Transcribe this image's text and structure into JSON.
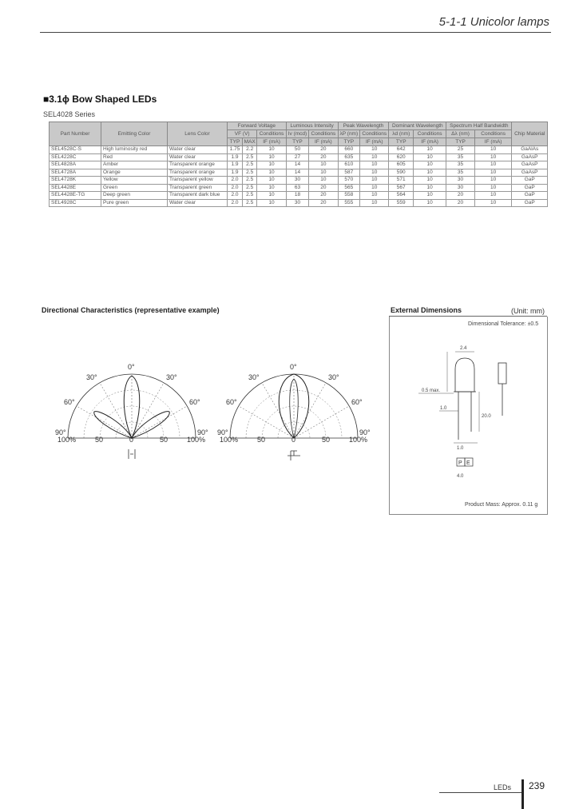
{
  "header": {
    "title": "5-1-1 Unicolor lamps"
  },
  "section": {
    "title": "■3.1ϕ Bow Shaped LEDs",
    "series": "SEL4028 Series"
  },
  "table": {
    "group_headers": [
      "Forward Voltage",
      "Luminous Intensity",
      "Peak Wavelength",
      "Dominant Wavelength",
      "Spectrum Half Bandwidth"
    ],
    "columns": {
      "part": "Part Number",
      "emitting": "Emitting Color",
      "lens": "Lens Color",
      "vf_sym": "VF",
      "vf_unit": "(V)",
      "vf_typ": "TYP",
      "vf_max": "MAX",
      "cond": "Conditions",
      "cond_if": "IF (mA)",
      "iv_sym": "Iv",
      "iv_unit": "(mcd)",
      "typ": "TYP",
      "lp_sym": "λP",
      "nm": "(nm)",
      "ld_sym": "λd",
      "dl_sym": "Δλ",
      "chip": "Chip Material"
    },
    "rows": [
      [
        "SEL4528C-S",
        "High luminosity red",
        "Water clear",
        "1.75",
        "2.2",
        "10",
        "50",
        "20",
        "660",
        "10",
        "642",
        "10",
        "25",
        "10",
        "GaAlAs"
      ],
      [
        "SEL4228C",
        "Red",
        "Water clear",
        "1.9",
        "2.5",
        "10",
        "27",
        "20",
        "635",
        "10",
        "620",
        "10",
        "35",
        "10",
        "GaAsP"
      ],
      [
        "SEL4828A",
        "Amber",
        "Transparent orange",
        "1.9",
        "2.5",
        "10",
        "14",
        "10",
        "610",
        "10",
        "605",
        "10",
        "35",
        "10",
        "GaAsP"
      ],
      [
        "SEL4728A",
        "Orange",
        "Transparent orange",
        "1.9",
        "2.5",
        "10",
        "14",
        "10",
        "587",
        "10",
        "590",
        "10",
        "35",
        "10",
        "GaAsP"
      ],
      [
        "SEL4728K",
        "Yellow",
        "Transparent yellow",
        "2.0",
        "2.5",
        "10",
        "30",
        "10",
        "570",
        "10",
        "571",
        "10",
        "30",
        "10",
        "GaP"
      ],
      [
        "SEL4428E",
        "Green",
        "Transparent green",
        "2.0",
        "2.5",
        "10",
        "63",
        "20",
        "565",
        "10",
        "567",
        "10",
        "30",
        "10",
        "GaP"
      ],
      [
        "SEL4428E-TG",
        "Deep green",
        "Transparent dark blue",
        "2.0",
        "2.5",
        "10",
        "18",
        "20",
        "558",
        "10",
        "564",
        "10",
        "20",
        "10",
        "GaP"
      ],
      [
        "SEL4928C",
        "Pure green",
        "Water clear",
        "2.0",
        "2.5",
        "10",
        "30",
        "20",
        "555",
        "10",
        "559",
        "10",
        "20",
        "10",
        "GaP"
      ]
    ]
  },
  "directional": {
    "title": "Directional Characteristics (representative example)",
    "angle_labels": [
      "0°",
      "30°",
      "30°",
      "60°",
      "60°",
      "90°",
      "90°"
    ],
    "pct_labels": [
      "100%",
      "50",
      "0",
      "50",
      "100%"
    ]
  },
  "dimensions": {
    "title": "External Dimensions",
    "unit": "(Unit: mm)",
    "tolerance": "Dimensional Tolerance: ±0.5",
    "mass": "Product Mass: Approx. 0.11 g",
    "labels": [
      "2.4",
      "0.5 max.",
      "1.0",
      "1.0",
      "20.0",
      "4.0",
      "P",
      "E"
    ]
  },
  "footer": {
    "label": "LEDs",
    "page": "239"
  }
}
